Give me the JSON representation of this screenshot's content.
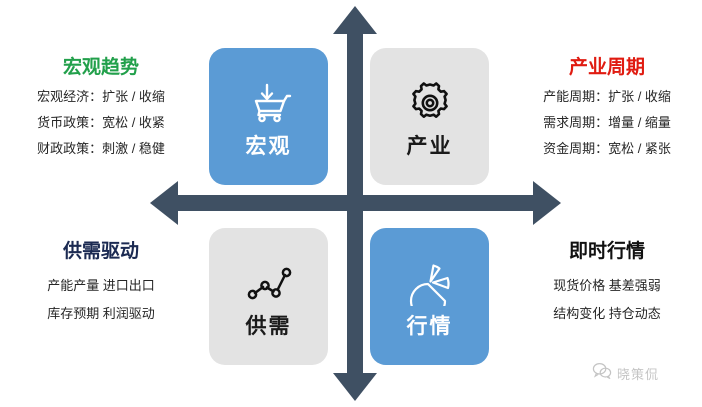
{
  "theme": {
    "card_blue": "#5B9BD5",
    "card_gray": "#E3E3E3",
    "axis_color": "#3F5063",
    "heading_green": "#22A04B",
    "heading_red": "#E01B10",
    "heading_navy": "#1B2A52",
    "heading_black": "#111111"
  },
  "cards": {
    "macro": {
      "label": "宏观",
      "icon": "shopping-cart-download-icon"
    },
    "industry": {
      "label": "产业",
      "icon": "gear-icon"
    },
    "supply": {
      "label": "供需",
      "icon": "connected-nodes-line-chart-icon"
    },
    "market": {
      "label": "行情",
      "icon": "pie-chart-icon"
    }
  },
  "quadrants": {
    "top_left": {
      "heading": "宏观趋势",
      "lines": [
        "宏观经济：扩张 / 收缩",
        "货币政策：宽松 / 收紧",
        "财政政策：刺激 / 稳健"
      ]
    },
    "top_right": {
      "heading": "产业周期",
      "lines": [
        "产能周期：扩张 / 收缩",
        "需求周期：增量 / 缩量",
        "资金周期：宽松 / 紧张"
      ]
    },
    "bottom_left": {
      "heading": "供需驱动",
      "lines": [
        "产能产量  进口出口",
        "库存预期  利润驱动"
      ]
    },
    "bottom_right": {
      "heading": "即时行情",
      "lines": [
        "现货价格 基差强弱",
        "结构变化 持仓动态"
      ]
    }
  },
  "watermark": {
    "text": "晓策侃",
    "icon": "wechat-official-account-icon"
  }
}
